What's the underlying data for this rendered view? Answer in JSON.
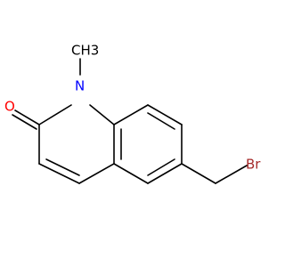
{
  "molecule": {
    "atoms": {
      "methyl": "CH3",
      "nitrogen": "N",
      "oxygen": "O",
      "bromine": "Br"
    },
    "colors": {
      "background": "#ffffff",
      "bond": "#000000",
      "methyl": "#000000",
      "nitrogen": "#0000ff",
      "oxygen": "#ff0000",
      "bromine": "#a52a2a"
    }
  }
}
